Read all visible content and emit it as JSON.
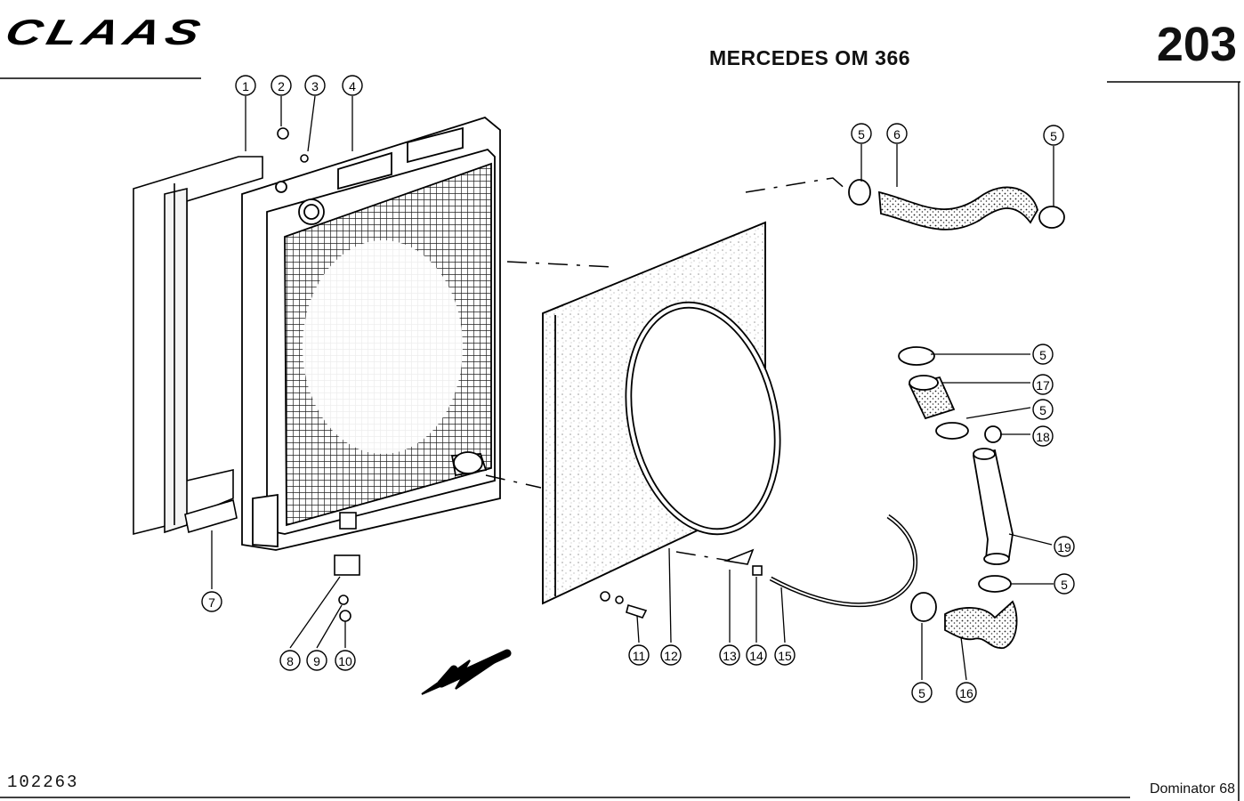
{
  "header": {
    "brand": "CLAAS",
    "title": "MERCEDES OM 366",
    "page_number": "203"
  },
  "footer": {
    "drawing_number": "102263",
    "model": "Dominator 68"
  },
  "callouts": [
    {
      "id": "c1",
      "label": "1"
    },
    {
      "id": "c2",
      "label": "2"
    },
    {
      "id": "c3",
      "label": "3"
    },
    {
      "id": "c4",
      "label": "4"
    },
    {
      "id": "c5a",
      "label": "5"
    },
    {
      "id": "c6",
      "label": "6"
    },
    {
      "id": "c5b",
      "label": "5"
    },
    {
      "id": "c5c",
      "label": "5"
    },
    {
      "id": "c17",
      "label": "17"
    },
    {
      "id": "c5d",
      "label": "5"
    },
    {
      "id": "c18",
      "label": "18"
    },
    {
      "id": "c19",
      "label": "19"
    },
    {
      "id": "c5e",
      "label": "5"
    },
    {
      "id": "c7",
      "label": "7"
    },
    {
      "id": "c8",
      "label": "8"
    },
    {
      "id": "c9",
      "label": "9"
    },
    {
      "id": "c10",
      "label": "10"
    },
    {
      "id": "c11",
      "label": "11"
    },
    {
      "id": "c12",
      "label": "12"
    },
    {
      "id": "c13",
      "label": "13"
    },
    {
      "id": "c14",
      "label": "14"
    },
    {
      "id": "c15",
      "label": "15"
    },
    {
      "id": "c5f",
      "label": "5"
    },
    {
      "id": "c16",
      "label": "16"
    }
  ]
}
